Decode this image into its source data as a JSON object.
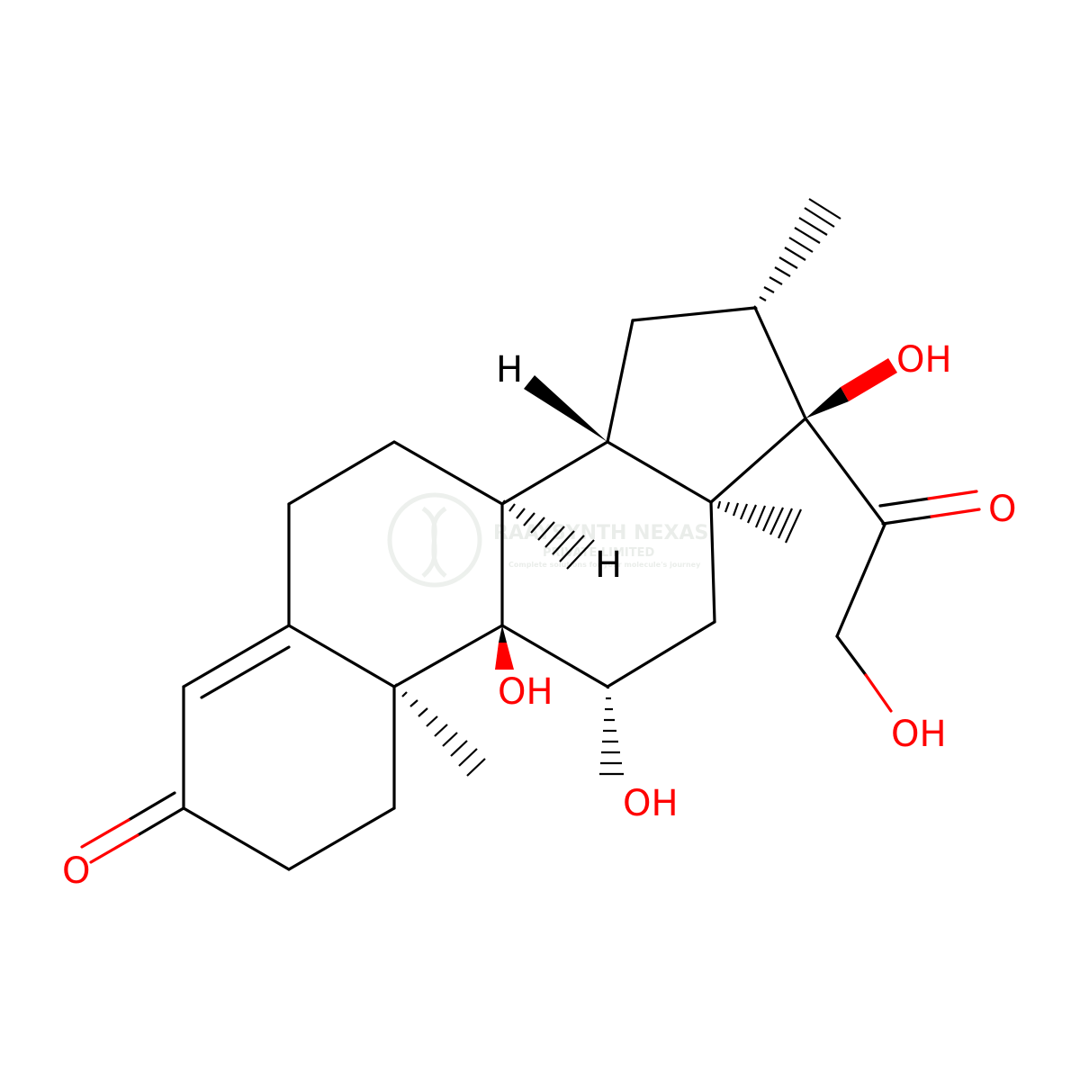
{
  "colors": {
    "bond": "#000000",
    "oxygen": "#ff0000",
    "hydrogen": "#000000",
    "watermark": "#d9dfd9"
  },
  "labels": {
    "oh_17": "OH",
    "o_ketone_20": "O",
    "oh_21": "OH",
    "oh_9": "OH",
    "oh_11": "OH",
    "o_ketone_3": "O",
    "h_14": "H",
    "h_8": "H"
  },
  "watermark": {
    "name": "RAAYSYNTH NEXAS",
    "line2": "PRIVATE LIMITED",
    "tagline": "Complete solutions for your molecule's journey"
  }
}
